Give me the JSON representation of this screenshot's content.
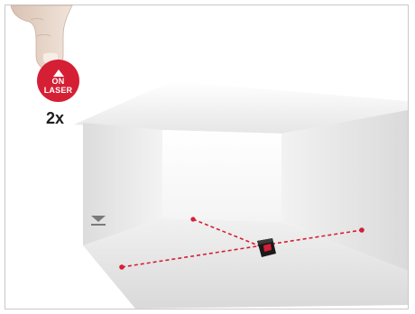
{
  "button": {
    "line1": "ON",
    "line2": "LASER",
    "color": "#d51f35",
    "icon": "warning-triangle-icon"
  },
  "instruction": {
    "press_count": "2x"
  },
  "scene": {
    "laser_color": "#d51f35",
    "device_color": "#1a1a1a",
    "icons": [
      "finger-pointing-icon",
      "floor-level-icon",
      "laser-device-icon"
    ]
  }
}
